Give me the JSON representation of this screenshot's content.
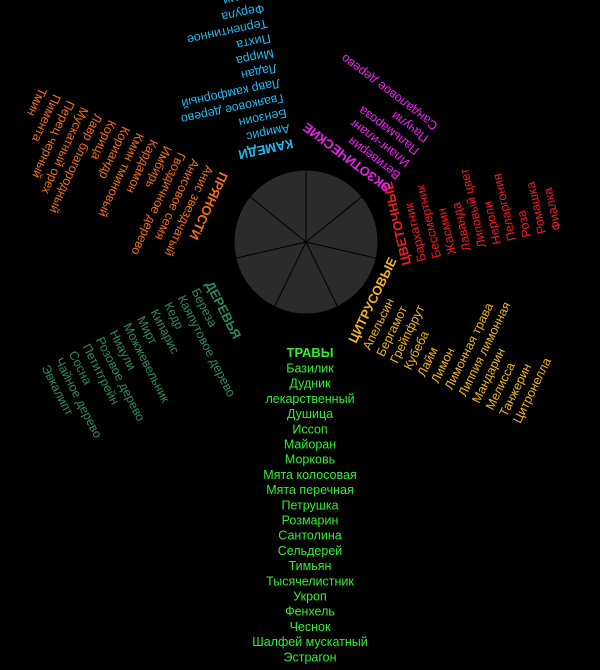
{
  "wheel": {
    "fill": "#2b2b2b",
    "stroke": "#000000"
  },
  "groups": [
    {
      "key": "herbs",
      "color": "#33ee33",
      "title": "ТРАВЫ",
      "items": [
        "Базилик",
        "Дудник",
        "лекарственный",
        "Душица",
        "Иссоп",
        "Майоран",
        "Морковь",
        "Мята колосовая",
        "Мята перечная",
        "Петрушка",
        "Розмарин",
        "Сантолина",
        "Сельдерей",
        "Тимьян",
        "Тысячелистник",
        "Укроп",
        "Фенхель",
        "Чеснок",
        "Шалфей мускатный",
        "Эстрагон"
      ]
    },
    {
      "key": "citrus",
      "color": "#f2b41c",
      "title": "ЦИТРУСОВЫЕ",
      "items": [
        "Апельсин",
        "Бергамот",
        "Грейпфрут",
        "Кубеба",
        "Лайм",
        "Лимон",
        "Лимонная трава",
        "Липпия лимонная",
        "Мандарин",
        "Мелисса",
        "Танжерин",
        "Цитронелла"
      ]
    },
    {
      "key": "floral",
      "color": "#ee1c24",
      "title": "ЦВЕТОЧНЫЕ",
      "items": [
        "Бархатник",
        "Бессмертник",
        "Жасмин",
        "Лаванда",
        "Липовый цвет",
        "Нероли",
        "Пеларгония",
        "Роза",
        "Ромашка",
        "Фиалка"
      ]
    },
    {
      "key": "exotic",
      "color": "#ee22ee",
      "title": "ЭКЗОТИЧЕСКИЕ",
      "items": [
        "Ветиверия",
        "Иланг-иланг",
        "Пальмароза",
        "Пачули",
        "Сандаловое дерево"
      ]
    },
    {
      "key": "resins",
      "color": "#22b8ee",
      "title": "КАМЕДИ",
      "items": [
        "Амирис",
        "Бензоин",
        "Гваяковое дерево",
        "Лавр камфорный",
        "Ладан",
        "Мирра",
        "Пихта",
        "Терпентинное",
        "Ферула",
        "Элеми"
      ]
    },
    {
      "key": "spices",
      "color": "#f06c1c",
      "title": "ПРЯНОСТИ",
      "items": [
        "Анис звездчатый",
        "Анисовое семя",
        "Гвоздичное дерево",
        "Имбирь",
        "Кардамон",
        "Кмин тминовый",
        "Кориандр",
        "Корица",
        "Лавр благородный",
        "Мускатный орех",
        "Перец черный",
        "Пимента",
        "Тмин"
      ]
    },
    {
      "key": "woods",
      "color": "#2e8a5c",
      "title": "ДЕРЕВЬЯ",
      "items": [
        "Береза",
        "Каяпутовое дерево",
        "Кедр",
        "Кипарис",
        "Мирт",
        "Можжевельник",
        "Ниаули",
        "Розовое дерево",
        "Петитгрейн",
        "Сосна",
        "Чайное дерево",
        "Эвкалипт"
      ]
    }
  ]
}
